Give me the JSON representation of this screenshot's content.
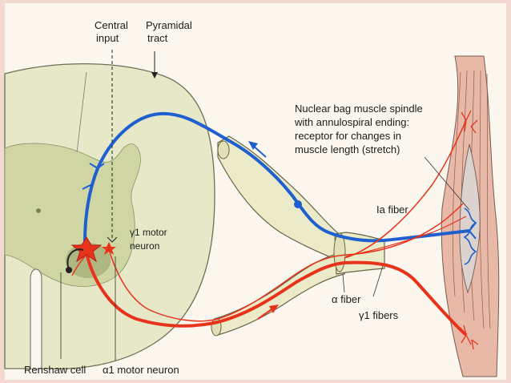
{
  "labels": {
    "central_input": [
      "Central",
      "input"
    ],
    "pyramidal_tract": [
      "Pyramidal",
      "tract"
    ],
    "spindle": [
      "Nuclear bag muscle spindle",
      "with annulospiral ending:",
      "receptor for changes in",
      "muscle length (stretch)"
    ],
    "ia_fiber": "Ia fiber",
    "gamma_motor_neuron": [
      "γ1 motor",
      "neuron"
    ],
    "alpha_fiber": "α fiber",
    "gamma_fibers": "γ1 fibers",
    "renshaw_cell": "Renshaw cell",
    "alpha_motor_neuron": "α1 motor neuron"
  },
  "colors": {
    "background": "#fbf6ee",
    "border": "#f3d9cf",
    "spinal_cord": "#e6e8c8",
    "gray_matter": "#cfd6a4",
    "nerve": "#ecebc9",
    "afferent_blue": "#1f5fd0",
    "efferent_red": "#e8331c",
    "muscle": "#e9b9a8"
  }
}
